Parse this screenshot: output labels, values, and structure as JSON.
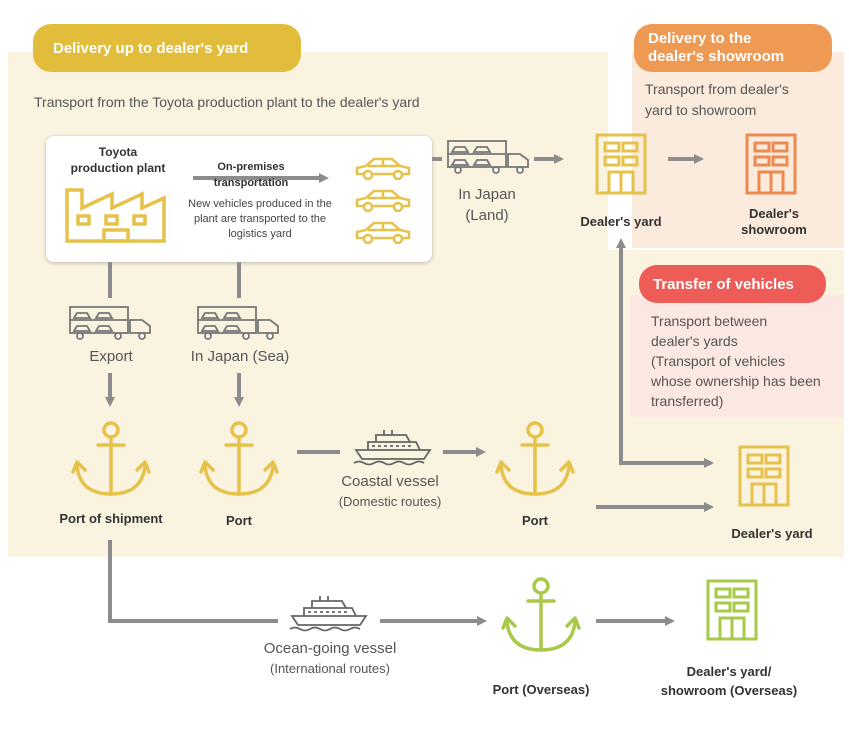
{
  "colors": {
    "cream": "#faf3e0",
    "yellow": "#e6c24a",
    "yellow_pill": "#e2bd3c",
    "orange_pill": "#ee9a55",
    "orange_bg": "#fbebdc",
    "orange_icon": "#ec8a52",
    "red_pill": "#ee5c57",
    "pink_bg": "#fce8e2",
    "green_icon": "#a9c94a",
    "arrow_gray": "#8c8c8c",
    "truck_gray": "#777777"
  },
  "sections": {
    "yard_delivery": {
      "title": "Delivery up to dealer's yard",
      "description": "Transport from the Toyota production plant to the dealer's yard"
    },
    "showroom_delivery": {
      "title_line1": "Delivery to the",
      "title_line2": "dealer's showroom",
      "description_line1": "Transport from dealer's",
      "description_line2": "yard to showroom"
    },
    "transfer": {
      "title": "Transfer of vehicles",
      "description_lines": [
        "Transport between",
        "dealer's yards",
        "(Transport of vehicles",
        "whose ownership has been",
        "transferred)"
      ]
    }
  },
  "plant": {
    "title_line1": "Toyota",
    "title_line2": "production plant",
    "step_line1": "On-premises",
    "step_line2": "transportation",
    "note_line1": "New vehicles produced in the",
    "note_line2": "plant are transported to the",
    "note_line3": "logistics yard"
  },
  "nodes": {
    "in_japan_land_line1": "In Japan",
    "in_japan_land_line2": "(Land)",
    "dealers_yard_top": "Dealer's yard",
    "dealers_showroom_line1": "Dealer's",
    "dealers_showroom_line2": "showroom",
    "export": "Export",
    "in_japan_sea": "In Japan (Sea)",
    "port_of_shipment": "Port of shipment",
    "port": "Port",
    "coastal_vessel": "Coastal vessel",
    "domestic_routes": "(Domestic routes)",
    "port_right": "Port",
    "dealers_yard_bottom": "Dealer's yard",
    "ocean_vessel": "Ocean-going vessel",
    "international_routes": "(International routes)",
    "port_overseas": "Port (Overseas)",
    "overseas_yard_line1": "Dealer's yard/",
    "overseas_yard_line2": "showroom (Overseas)"
  }
}
